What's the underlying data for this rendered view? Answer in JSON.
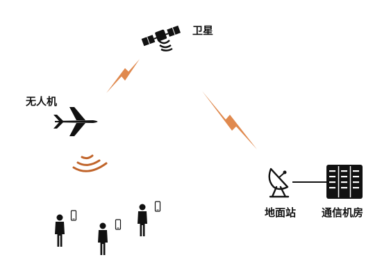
{
  "labels": {
    "satellite": "卫星",
    "drone": "无人机",
    "ground_station": "地面站",
    "comm_room": "通信机房"
  },
  "colors": {
    "link": "#E0894E",
    "signal": "#C0642A",
    "ink": "#111111"
  },
  "icons": [
    "satellite-icon",
    "airplane-icon",
    "signal-waves-icon",
    "satellite-dish-icon",
    "server-rack-icon",
    "person-icon",
    "phone-icon"
  ]
}
